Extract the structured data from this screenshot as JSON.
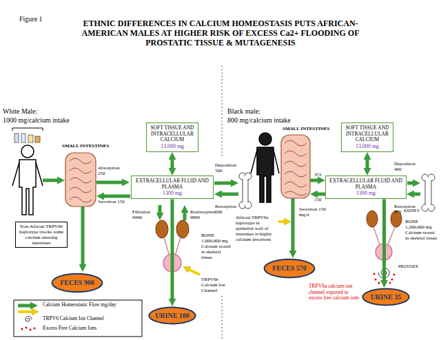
{
  "diagram": {
    "title": "ETHNIC DIFFERENCES IN CALCIUM HOMEOSTASIS PUTS AFRICAN-AMERICAN MALES AT HIGHER RISK OF EXCESS Ca2+ FLOODING OF PROSTATIC TISSUE & MUTAGENESIS",
    "nodes": [
      {
        "text": [
          "SOFT TISSUE AND INTRACELLULAR CALCIUM",
          "13,000 mg"
        ]
      },
      {
        "text": [
          "EXTRACELLULAR FLUID AND PLASMA",
          "1300 mg"
        ]
      },
      {
        "text": [
          "Non-African TRPV6b haplotype blocks some calcium entering intestines"
        ]
      },
      {
        "text": [
          "FECES 900"
        ]
      },
      {
        "text": [
          "URINE 100"
        ]
      },
      {
        "text": [
          "SOFT TISSUE AND INTRACELLULAR CALCIUM",
          "13,000 mg"
        ]
      },
      {
        "text": [
          "EXTRACELLULAR FLUID AND PLASMA",
          "1300 mg"
        ]
      },
      {
        "text": [
          "FECES 570"
        ]
      },
      {
        "text": [
          "URINE 35"
        ]
      }
    ],
    "edges": [
      {
        "from": 1,
        "to": 0,
        "arrow": "both"
      },
      {
        "from": 1,
        "to": 4,
        "arrow": "to"
      },
      {
        "from": 6,
        "to": 5,
        "arrow": "both"
      },
      {
        "from": 6,
        "to": 8,
        "arrow": "to"
      }
    ],
    "labels": [
      "Figure 1",
      "White Male:",
      "1000 mg/calcium intake",
      "SMALL INTESTINES",
      "Absorption 250",
      "Secretion 150",
      "Deposition 500",
      "Resorption 500",
      "Filtration 9990",
      "Reabsorption 9890",
      "BONE 1,000,000 mg Calcium stored in skeletal tissue",
      "TRPV6b Calcium Ion Channel",
      "Black male:",
      "800 mg/calcium intake",
      "SMALL INTESTINES",
      "372",
      "150",
      "Deposition 400",
      "Resorption 375",
      "Secretion 150 mg/d",
      "KIDNEY",
      "BONE 1,200,000 mg Calcium stored in skeletal tissue",
      "African TRPV6a haplotype in epithelial wall of intestines is highly calcium absorbent",
      "TRPV6a calcium ion channel exposed to excess free calcium ions",
      "PROSTATE"
    ],
    "legend": [
      {
        "text": "Calcium Homeostatic Flow mg/day"
      },
      {
        "text": "TRPV6 Calcium Ion Channel"
      },
      {
        "text": "Excess Free Calcium Ions"
      }
    ]
  }
}
